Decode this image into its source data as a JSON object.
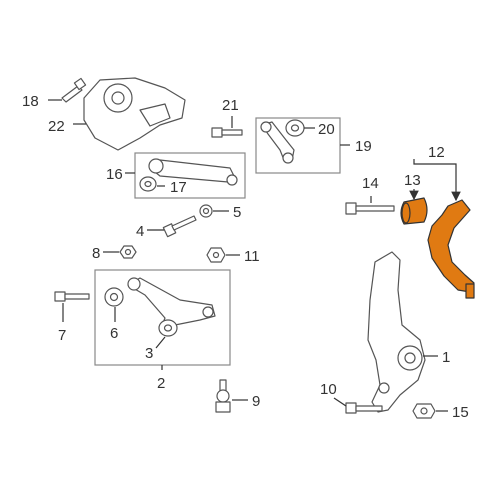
{
  "callouts": {
    "c1": "1",
    "c2": "2",
    "c3": "3",
    "c4": "4",
    "c5": "5",
    "c6": "6",
    "c7": "7",
    "c8": "8",
    "c9": "9",
    "c10": "10",
    "c11": "11",
    "c12": "12",
    "c13": "13",
    "c14": "14",
    "c15": "15",
    "c16": "16",
    "c17": "17",
    "c18": "18",
    "c19": "19",
    "c20": "20",
    "c21": "21",
    "c22": "22"
  },
  "colors": {
    "highlight": "#e07a12",
    "outline": "#555555",
    "box": "#888888"
  }
}
